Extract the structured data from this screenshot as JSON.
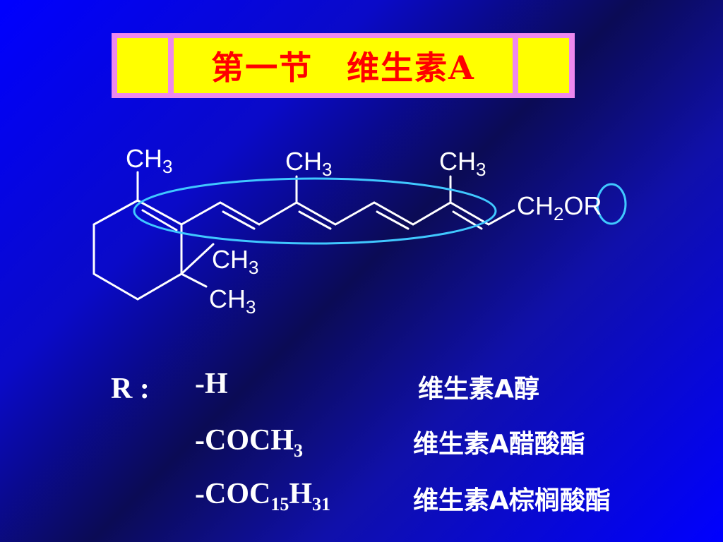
{
  "slide": {
    "title": "第一节　维生素A",
    "colors": {
      "background": "#0000ff",
      "title_bar": "#ee88ee",
      "title_box": "#ffff00",
      "title_text": "#ff0000",
      "highlight": "#40c8ff"
    }
  },
  "structure": {
    "labels": {
      "ch3_top_left": "CH",
      "ch3_top_mid": "CH",
      "ch3_top_right": "CH",
      "ch3_ring_upper": "CH",
      "ch3_ring_lower": "CH",
      "ch2or_ch": "CH",
      "ch2or_o": "O",
      "ch2or_r": "R",
      "sub3": "3",
      "sub2": "2"
    }
  },
  "r_groups": {
    "label": "R :",
    "rows": [
      {
        "formula_prefix": "-H",
        "formula_sub": "",
        "formula_mid": "",
        "formula_sub2": "",
        "name": "维生素A醇"
      },
      {
        "formula_prefix": "-COCH",
        "formula_sub": "3",
        "formula_mid": "",
        "formula_sub2": "",
        "name": "维生素A醋酸酯"
      },
      {
        "formula_prefix": "-COC",
        "formula_sub": "15",
        "formula_mid": "H",
        "formula_sub2": "31",
        "name": "维生素A棕榈酸酯"
      }
    ]
  }
}
